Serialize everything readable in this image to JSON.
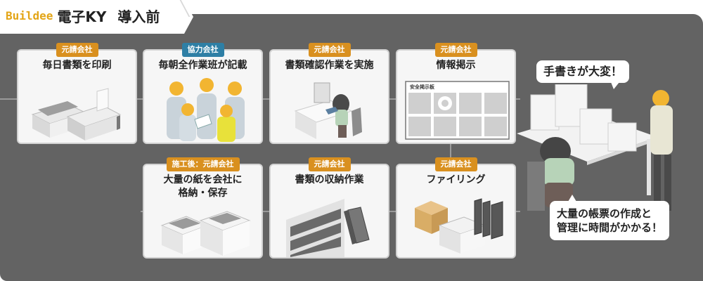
{
  "header": {
    "brand": "Buildee",
    "product": "電子KY",
    "stage": "導入前"
  },
  "colors": {
    "panel_bg": "#636363",
    "card_bg": "#f6f6f6",
    "badge_orange": "#d9901f",
    "badge_blue": "#2e7fa5",
    "brand_yellow": "#e3a517"
  },
  "steps": [
    {
      "badge": "元請会社",
      "badge_color": "orange",
      "title": "毎日書類を印刷",
      "illustration": "printer-icon"
    },
    {
      "badge": "協力会社",
      "badge_color": "blue",
      "title": "毎朝全作業班が記載",
      "illustration": "workers-group-icon"
    },
    {
      "badge": "元請会社",
      "badge_color": "orange",
      "title": "書類確認作業を実施",
      "illustration": "desk-worker-icon"
    },
    {
      "badge": "元請会社",
      "badge_color": "orange",
      "title": "情報掲示",
      "illustration": "bulletin-board-icon"
    },
    {
      "badge": "施工後：元請会社",
      "badge_color": "orange",
      "title": "大量の紙を会社に\n格納・保存",
      "illustration": "paper-stacks-icon"
    },
    {
      "badge": "元請会社",
      "badge_color": "orange",
      "title": "書類の収納作業",
      "illustration": "binder-shelf-icon"
    },
    {
      "badge": "元請会社",
      "badge_color": "orange",
      "title": "ファイリング",
      "illustration": "boxes-binders-icon"
    }
  ],
  "board": {
    "label": "安全掲示板"
  },
  "scene": {
    "bubble_top": "手書きが大変！",
    "bubble_bottom": "大量の帳票の作成と\n管理に時間がかかる！"
  }
}
